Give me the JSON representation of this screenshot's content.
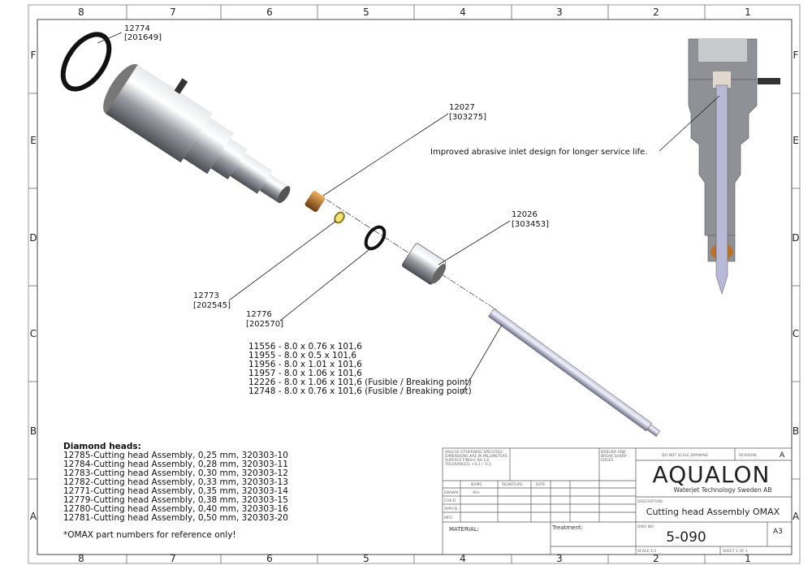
{
  "zones": {
    "columns": [
      "8",
      "7",
      "6",
      "5",
      "4",
      "3",
      "2",
      "1"
    ],
    "rows": [
      "F",
      "E",
      "D",
      "C",
      "B",
      "A"
    ]
  },
  "callouts": {
    "c12774": {
      "part": "12774",
      "omax": "[201649]"
    },
    "c12027": {
      "part": "12027",
      "omax": "[303275]"
    },
    "c12026": {
      "part": "12026",
      "omax": "[303453]"
    },
    "c12773": {
      "part": "12773",
      "omax": "[202545]"
    },
    "c12776": {
      "part": "12776",
      "omax": "[202570]"
    }
  },
  "section_note": "Improved abrasive inlet design for longer service life.",
  "tubes": [
    "11556 - 8.0 x 0.76 x 101,6",
    "11955 - 8.0 x 0.5 x 101,6",
    "11956 - 8.0 x 1.01 x 101,6",
    "11957 - 8.0 x 1.06 x 101,6",
    "12226 - 8.0 x 1.06 x 101,6 (Fusible / Breaking point)",
    "12748 - 8.0 x 0.76 x 101,6 (Fusible / Breaking point)"
  ],
  "diamond_heads": {
    "title": "Diamond heads:",
    "items": [
      "12785-Cutting head Assembly, 0,25 mm, 320303-10",
      "12784-Cutting head Assembly, 0,28 mm, 320303-11",
      "12783-Cutting head Assembly, 0,30 mm, 320303-12",
      "12782-Cutting head Assembly, 0,33 mm, 320303-13",
      "12771-Cutting head Assembly, 0,35 mm, 320303-14",
      "12779-Cutting head Assembly, 0,38 mm, 320303-15",
      "12780-Cutting head Assembly, 0,40 mm, 320303-16",
      "12781-Cutting head Assembly, 0,50 mm, 320303-20"
    ],
    "footnote": "*OMAX part numbers for reference only!"
  },
  "title_block": {
    "tolerance_note": [
      "UNLESS OTHERWISE SPECIFIED:",
      "DIMENSIONS ARE IN MILLIMETERS",
      "SURFACE FINISH: RA 1,6",
      "TOLERANCES: +0,1 / -0,1"
    ],
    "deburr_note": [
      "DEBURR AND",
      "BREAK SHARP",
      "EDGES"
    ],
    "col_name": "NAME",
    "col_signature": "SIGNATURE",
    "col_date": "DATE",
    "row_drawn": "DRAWN",
    "drawn_name": "Ahn",
    "row_chkd": "CHK'D",
    "row_appvd": "APPV'D",
    "row_mfg": "MFG",
    "material_label": "MATERIAL:",
    "treatment_label": "Treatment:",
    "do_not_scale": "DO NOT SCALE DRAWING",
    "revision_label": "REVISION",
    "revision": "A",
    "company": "AQUALON",
    "company_sub": "Waterjet Technology Sweden AB",
    "description_label": "DESCRIPTION:",
    "description": "Cutting head Assembly OMAX",
    "dwg_no_label": "DWG NO.",
    "dwg_no": "5-090",
    "sheet_size": "A3",
    "scale": "SCALE:1:5",
    "sheet": "SHEET 1 OF 1"
  },
  "colors": {
    "accent": "#2a6fdb",
    "brass": "#b8732a",
    "steel": "#a9adb3",
    "section_grey": "#8f9196"
  }
}
